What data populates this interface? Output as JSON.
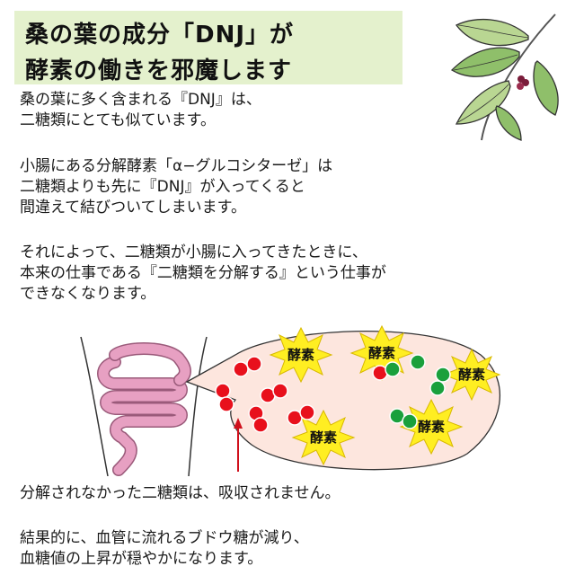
{
  "title": {
    "line1": "桑の葉の成分「DNJ」が",
    "line2": "酵素の働きを邪魔します"
  },
  "paragraphs": {
    "p1": [
      "桑の葉に多く含まれる『DNJ』は、",
      "二糖類にとても似ています。"
    ],
    "p2": [
      "小腸にある分解酵素「α−グルコシターゼ」は",
      "二糖類よりも先に『DNJ』が入ってくると",
      "間違えて結びついてしまいます。"
    ],
    "p3": [
      "それによって、二糖類が小腸に入ってきたときに、",
      "本来の仕事である『二糖類を分解する』という仕事が",
      "できなくなります。"
    ],
    "p4": [
      "分解されなかった二糖類は、吸収されません。"
    ],
    "p5": [
      "結果的に、血管に流れるブドウ糖が減り、",
      "血糖値の上昇が穏やかになります。"
    ]
  },
  "diagram": {
    "enzyme_label": "酵素"
  },
  "colors": {
    "title_bg": "#e4f1cd",
    "intestine_bubble": "#fde6de",
    "intestine": "#e7a0c2",
    "enzyme_star": "#ffee22",
    "red_ball": "#e8101c",
    "green_ball": "#1aa03c",
    "arrow": "#d0101c"
  }
}
